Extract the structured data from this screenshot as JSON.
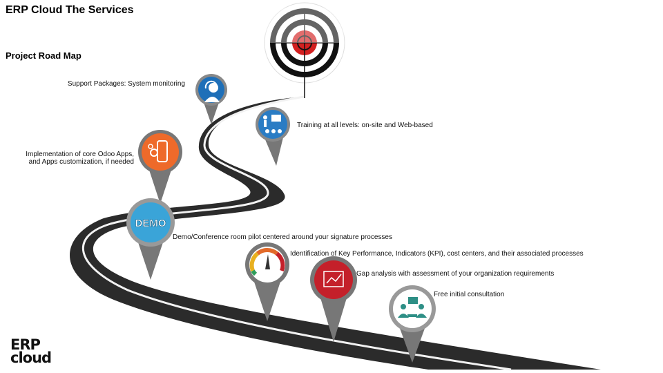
{
  "header": {
    "title": "ERP Cloud The Services",
    "subtitle": "Project Road Map"
  },
  "milestones": [
    {
      "label": "Support Packages: System monitoring",
      "icon": "headset-support-icon",
      "color": "#1e6fb8"
    },
    {
      "label": "Training at all levels: on-site and Web-based",
      "icon": "presentation-training-icon",
      "color": "#2a7cc4"
    },
    {
      "label_line1": "Implementation of core Odoo Apps,",
      "label_line2": "and Apps customization, if needed",
      "icon": "mobile-gear-icon",
      "color": "#ee6a2a"
    },
    {
      "label": "Demo/Conference room pilot centered around your signature processes",
      "icon_text": "DEMO",
      "icon": "demo-icon",
      "color": "#3aa4d8"
    },
    {
      "label": "Identification of Key Performance, Indicators (KPI), cost centers, and their associated processes",
      "icon": "gauge-icon",
      "color": "#555555"
    },
    {
      "label": "Gap analysis with assessment of your organization requirements",
      "icon": "chart-analysis-icon",
      "color": "#c4202a"
    },
    {
      "label": "Free initial consultation",
      "icon": "consultation-icon",
      "color": "#2e8f86"
    }
  ],
  "logo": {
    "line1": "ERP",
    "line2": "cloud"
  }
}
